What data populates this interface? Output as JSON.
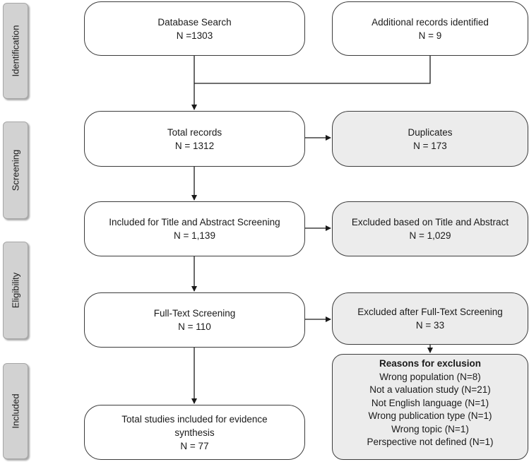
{
  "stages": {
    "identification": "Identification",
    "screening": "Screening",
    "eligibility": "Eligibility",
    "included": "Included"
  },
  "boxes": {
    "database_search": {
      "title": "Database Search",
      "count": "N =1303"
    },
    "additional_records": {
      "title": "Additional records identified",
      "count": "N = 9"
    },
    "total_records": {
      "title": "Total records",
      "count": "N = 1312"
    },
    "duplicates": {
      "title": "Duplicates",
      "count": "N = 173"
    },
    "title_abstract_screening": {
      "title": "Included for Title and Abstract Screening",
      "count": "N = 1,139"
    },
    "excluded_title_abstract": {
      "title": "Excluded based on Title and Abstract",
      "count": "N = 1,029"
    },
    "full_text_screening": {
      "title": "Full-Text Screening",
      "count": "N = 110"
    },
    "excluded_full_text": {
      "title": "Excluded after Full-Text Screening",
      "count": "N = 33"
    },
    "total_included": {
      "title_line1": "Total studies included for evidence",
      "title_line2": "synthesis",
      "count": "N = 77"
    },
    "reasons": {
      "heading": "Reasons for exclusion",
      "items": [
        "Wrong population (N=8)",
        "Not a valuation study (N=21)",
        "Not English language (N=1)",
        "Wrong publication type (N=1)",
        "Wrong topic (N=1)",
        "Perspective not defined (N=1)"
      ]
    }
  }
}
